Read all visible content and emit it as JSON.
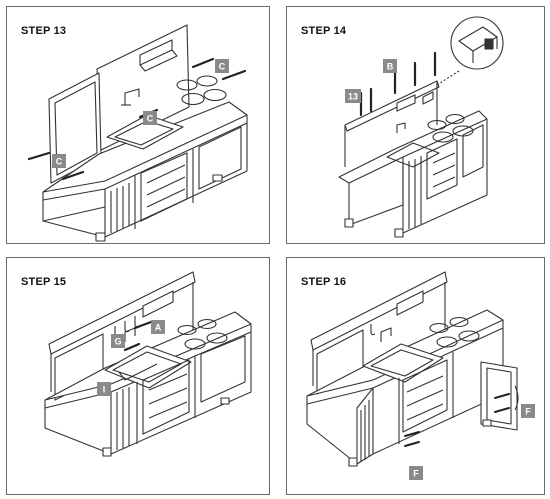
{
  "steps": [
    {
      "title": "STEP 13",
      "labels": [
        "C",
        "C",
        "C"
      ]
    },
    {
      "title": "STEP 14",
      "labels": [
        "B",
        "13"
      ]
    },
    {
      "title": "STEP 15",
      "labels": [
        "G",
        "A",
        "I"
      ]
    },
    {
      "title": "STEP 16",
      "labels": [
        "F",
        "F"
      ]
    }
  ],
  "colors": {
    "label_box": "#8a8a8a",
    "line": "#333333",
    "frame": "#6b6b6b"
  }
}
